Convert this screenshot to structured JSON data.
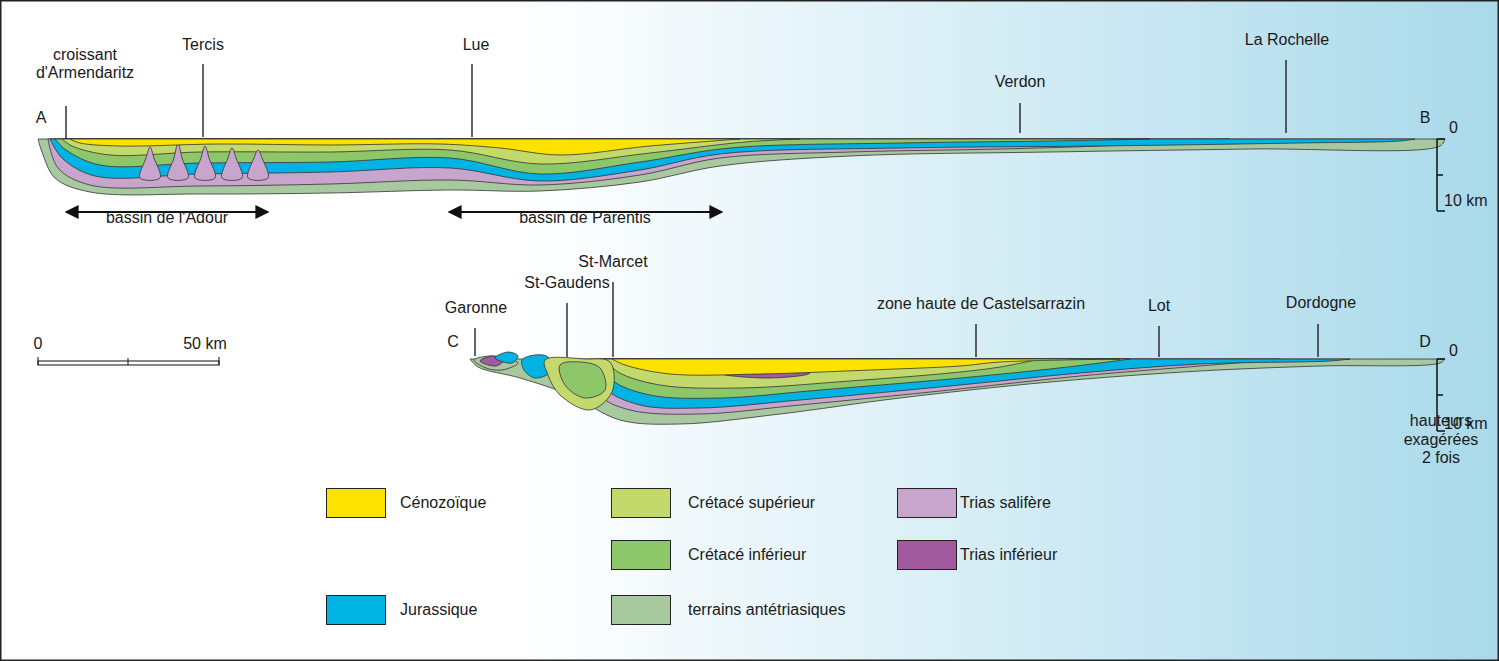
{
  "diagram": {
    "labels": [
      "croissant d'Armendaritz",
      "Tercis",
      "Lue",
      "Verdon",
      "La Rochelle",
      "A",
      "B",
      "0",
      "10 km",
      "bassin de l'Adour",
      "bassin de Parentis",
      "0",
      "50 km",
      "Garonne",
      "St-Gaudens",
      "St-Marcet",
      "zone haute de Castelsarrazin",
      "Lot",
      "Dordogne",
      "C",
      "D",
      "0",
      "10 km",
      "hauteurs exagérées 2 fois"
    ],
    "legend": [
      {
        "text": "Cénozoïque",
        "color": "#fde200"
      },
      {
        "text": "Crétacé supérieur",
        "color": "#c4d96c"
      },
      {
        "text": "Crétacé inférieur",
        "color": "#8ec66a"
      },
      {
        "text": "Jurassique",
        "color": "#00b3e3"
      },
      {
        "text": "Trias salifère",
        "color": "#c8a5cc"
      },
      {
        "text": "Trias inférieur",
        "color": "#a15a9d"
      },
      {
        "text": "terrains antétriasiques",
        "color": "#a8c99f"
      }
    ]
  }
}
